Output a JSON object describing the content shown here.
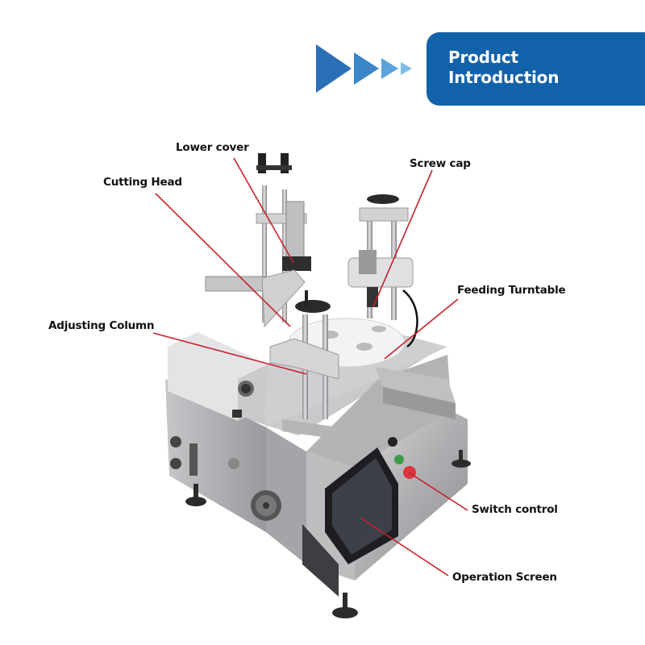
{
  "header": {
    "title_line1": "Product",
    "title_line2": "Introduction",
    "accent_color": "#1262a9"
  },
  "labels": {
    "lower_cover": "Lower cover",
    "cutting_head": "Cutting Head",
    "screw_cap": "Screw cap",
    "feeding_turntable": "Feeding Turntable",
    "adjusting_column": "Adjusting Column",
    "switch_control": "Switch control",
    "operation_screen": "Operation Screen"
  },
  "colors": {
    "leader_line": "#c8202a",
    "machine_steel": "#b9b9bb"
  }
}
